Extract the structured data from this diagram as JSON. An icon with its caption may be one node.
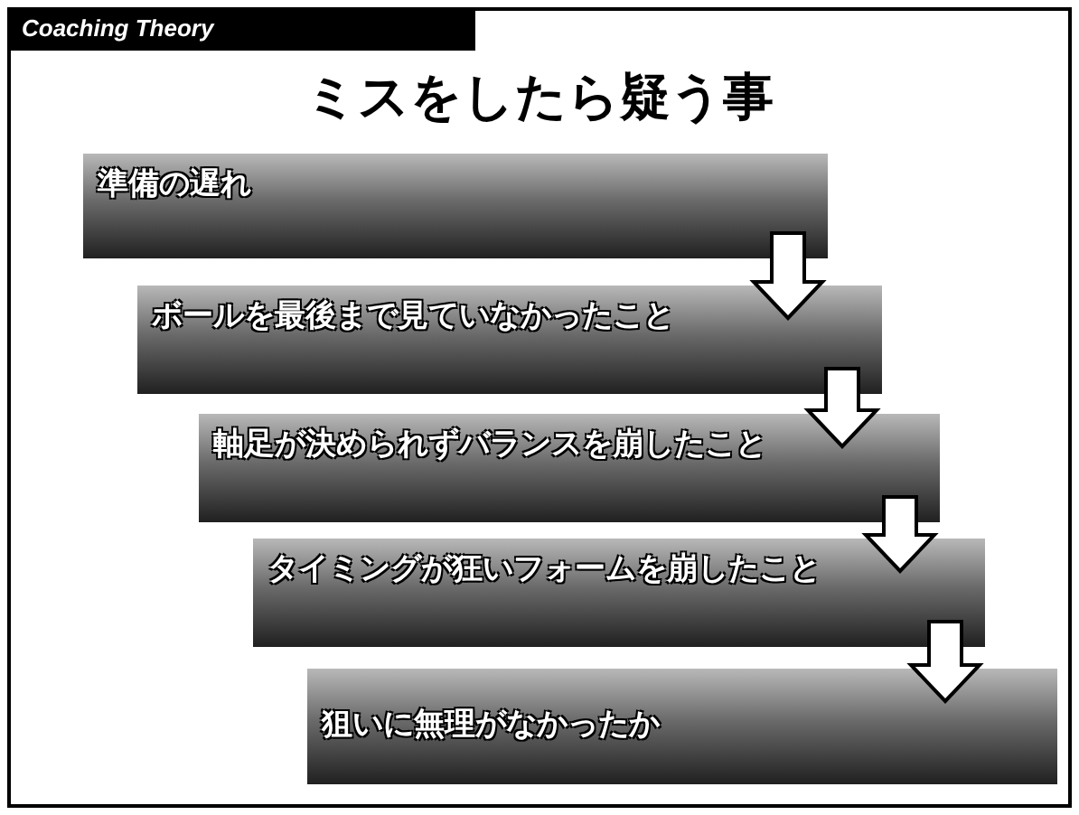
{
  "diagram": {
    "title": "ミスをしたら疑う事",
    "nodes": [
      {
        "text": [
          "準備の遅れ"
        ]
      },
      {
        "text": [
          "ボールを最後まで見ていなかったこと"
        ]
      },
      {
        "text": [
          "軸足が決められずバランスを崩したこと"
        ]
      },
      {
        "text": [
          "タイミングが狂いフォームを崩したこと"
        ]
      },
      {
        "text": [
          "狙いに無理がなかったか"
        ]
      }
    ],
    "edges": [
      {
        "from": 0,
        "to": 1,
        "arrow": "to"
      },
      {
        "from": 1,
        "to": 2,
        "arrow": "to"
      },
      {
        "from": 2,
        "to": 3,
        "arrow": "to"
      },
      {
        "from": 3,
        "to": 4,
        "arrow": "to"
      }
    ],
    "labels": [
      "Coaching Theory"
    ]
  }
}
